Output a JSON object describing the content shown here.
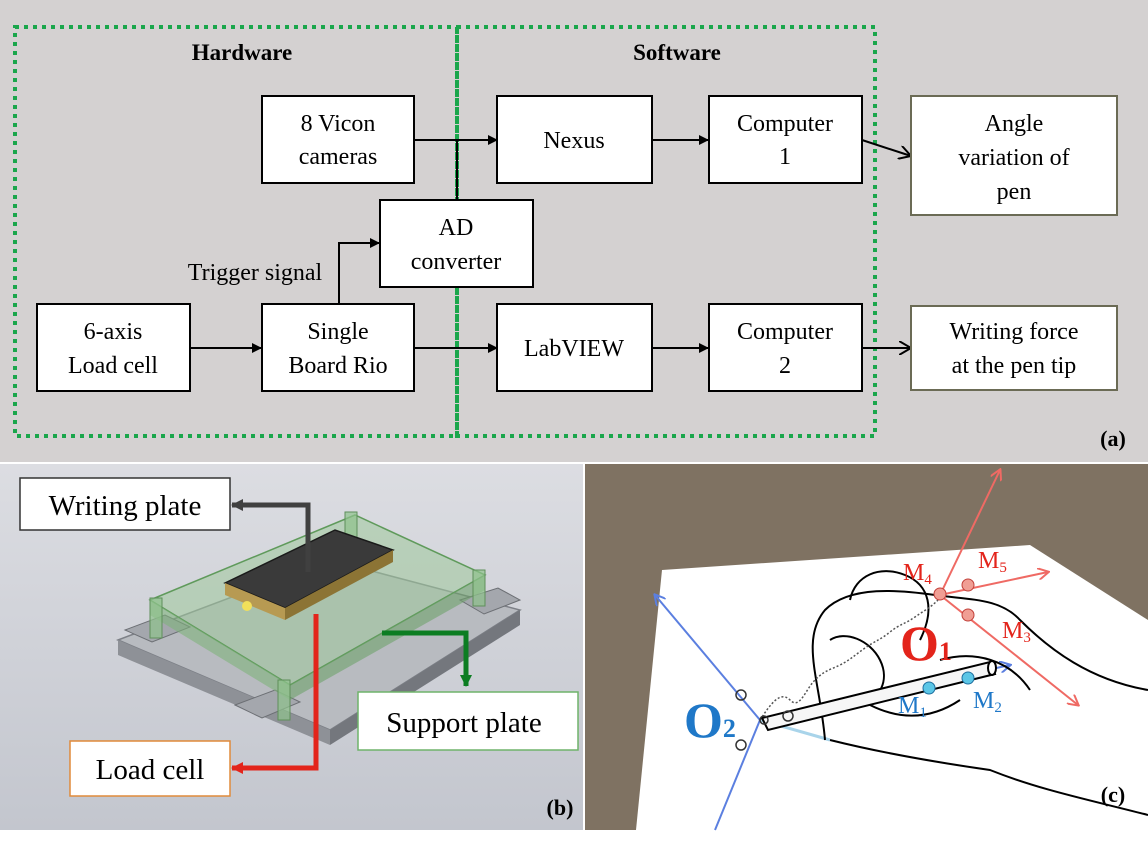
{
  "panel_a": {
    "label": "(a)",
    "hardware_title": "Hardware",
    "software_title": "Software",
    "boxes": {
      "vicon": [
        "8 Vicon",
        "cameras"
      ],
      "nexus": [
        "Nexus"
      ],
      "computer1": [
        "Computer",
        "1"
      ],
      "angle": [
        "Angle",
        "variation of",
        "pen"
      ],
      "ad": [
        "AD",
        "converter"
      ],
      "loadcell": [
        "6-axis",
        "Load cell"
      ],
      "sbrio": [
        "Single",
        "Board Rio"
      ],
      "labview": [
        "LabVIEW"
      ],
      "computer2": [
        "Computer",
        "2"
      ],
      "force": [
        "Writing force",
        "at the pen tip"
      ]
    },
    "trigger_label": "Trigger signal"
  },
  "panel_b": {
    "label": "(b)",
    "writing_plate": "Writing plate",
    "support_plate": "Support plate",
    "load_cell": "Load cell"
  },
  "panel_c": {
    "label": "(c)",
    "O1_main": "O",
    "O1_sub": "1",
    "O2_main": "O",
    "O2_sub": "2",
    "markers": [
      {
        "main": "M",
        "sub": "1"
      },
      {
        "main": "M",
        "sub": "2"
      },
      {
        "main": "M",
        "sub": "3"
      },
      {
        "main": "M",
        "sub": "4"
      },
      {
        "main": "M",
        "sub": "5"
      }
    ]
  },
  "colors": {
    "panel_a_bg": "#d4d1d1",
    "panel_b_bg": "#c9ccd4",
    "panel_c_bg": "#7f7262",
    "dashed_border": "#1aa64b",
    "red_marker": "#e53a2e",
    "blue_marker": "#1f78c8"
  }
}
